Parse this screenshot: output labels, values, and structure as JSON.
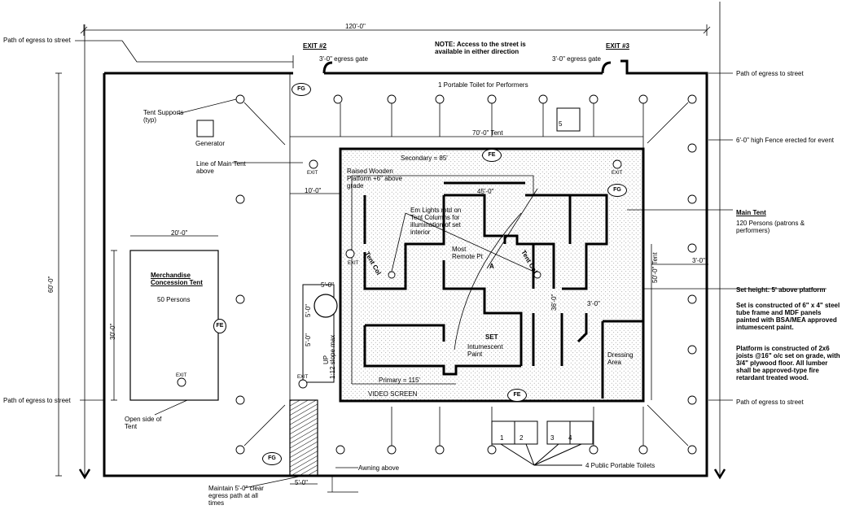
{
  "dimensions": {
    "overall_width": "120'-0\"",
    "overall_depth": "60'-0\"",
    "tent_width": "70'-0\" Tent",
    "tent_depth": "50'-0\" Tent",
    "setback": "10'-0\"",
    "merch_width": "20'-0\"",
    "merch_depth": "30'-0\"",
    "stage_dim": "45'-0\"",
    "ramp_top": "5'-0\"",
    "ramp_side1": "5'-0\"",
    "ramp_side2": "5'-0\"",
    "ramp_bottom": "5'-0\"",
    "stage_side": "36'-0\"",
    "step_dim": "3'-0\"",
    "fence_offset": "3'-0\""
  },
  "exits": {
    "exit2": "EXIT #2",
    "exit3": "EXIT #3",
    "gate_left": "3'-0\" egress gate",
    "gate_right": "3'-0\" egress gate",
    "note": "NOTE: Access to the street is available in either direction",
    "exit_sign": "EXIT"
  },
  "labels": {
    "egress_top_left": "Path of egress to street",
    "egress_top_right": "Path of egress to street",
    "egress_bottom_left": "Path of egress to street",
    "egress_bottom_right": "Path of egress to street",
    "portable_toilet": "1 Portable Toilet for Performers",
    "tent_supports": "Tent Supports (typ)",
    "generator": "Generator",
    "line_main_tent": "Line of Main Tent above",
    "fence": "6'-0\" high Fence erected for event",
    "main_tent": "Main Tent",
    "main_tent_capacity": "120 Persons (patrons & performers)",
    "raised_platform": "Raised Wooden Platform +6\" above grade",
    "secondary": "Secondary = 85'",
    "primary": "Primary = 115'",
    "em_lights": "Em Lights mtd on Tent Columns for illumination of set interior",
    "most_remote": "Most Remote Pt",
    "point_a": "A",
    "tent_col": "Tent Col",
    "merch_tent": "Merchandise Concession Tent",
    "merch_capacity": "50 Persons",
    "set": "SET",
    "intumescent": "Intumescent Paint",
    "dressing": "Dressing Area",
    "video": "VIDEO SCREEN",
    "open_side": "Open side of Tent",
    "maintain": "Maintain 5'-0\" clear egress path at all times",
    "awning": "Awning above",
    "public_toilets": "4 Public Portable Toilets",
    "ramp_up": "UP",
    "ramp_slope": "1:12 slope max",
    "set_height": "Set height: 5' above platform",
    "set_construction": "Set is constructed of 6\" x 4\" steel tube frame and MDF panels painted with BSA/MEA approved intumescent paint.",
    "platform_construction": "Platform is constructed of 2x6 joists @16\" o/c set on grade, with 3/4\" plywood floor. All lumber shall be approved-type fire retardant treated wood.",
    "toilet_numbers": [
      "1",
      "2",
      "3",
      "4",
      "5"
    ],
    "fg": "FG",
    "fe": "FE"
  }
}
